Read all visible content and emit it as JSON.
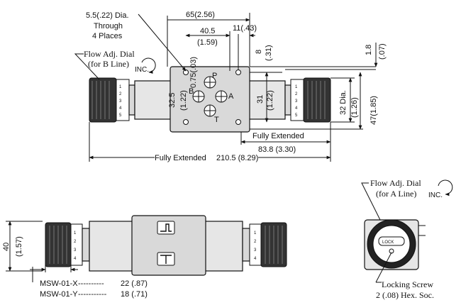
{
  "top_view": {
    "hole_dia": "5.5(.22) Dia.",
    "hole_through": "Through",
    "hole_places": "4 Places",
    "flow_dial_b_1": "Flow Adj. Dial",
    "flow_dial_b_2": "(for B Line)",
    "inc": "INC.",
    "dim_65": "65(2.56)",
    "dim_40_5": "40.5",
    "dim_1_59": "(1.59)",
    "dim_11": "11(.43)",
    "dim_8": "8",
    "dim_0_31_top": "(.31)",
    "dim_1_8": "1.8",
    "dim_0_07": "(.07)",
    "dim_32_5": "32.5",
    "dim_1_22_left": "(1.22)",
    "dim_0_75": "0.75(.03)",
    "dim_31": "31",
    "dim_1_22_right": "(1.22)",
    "dim_32_dia": "32 Dia.",
    "dim_1_26": "(1.26)",
    "dim_47": "47(1.85)",
    "port_p": "P",
    "port_a": "A",
    "port_b": "B",
    "port_t": "T",
    "fully_extended_1": "Fully Extended",
    "dim_83_8": "83.8 (3.30)",
    "fully_extended_2": "Fully Extended",
    "dim_210_5": "210.5 (8.29)"
  },
  "side_view": {
    "dim_40": "40",
    "dim_1_57": "(1.57)",
    "model_x": "MSW-01-X",
    "model_x_dim": "22 (.87)",
    "model_y": "MSW-01-Y",
    "model_y_dim": "18 (.71)"
  },
  "end_view": {
    "flow_dial_a_1": "Flow Adj. Dial",
    "flow_dial_a_2": "(for A Line)",
    "inc": "INC.",
    "lock": "LOCK",
    "locking_screw": "Locking Screw",
    "hex_soc": "2 (.08) Hex. Soc."
  }
}
